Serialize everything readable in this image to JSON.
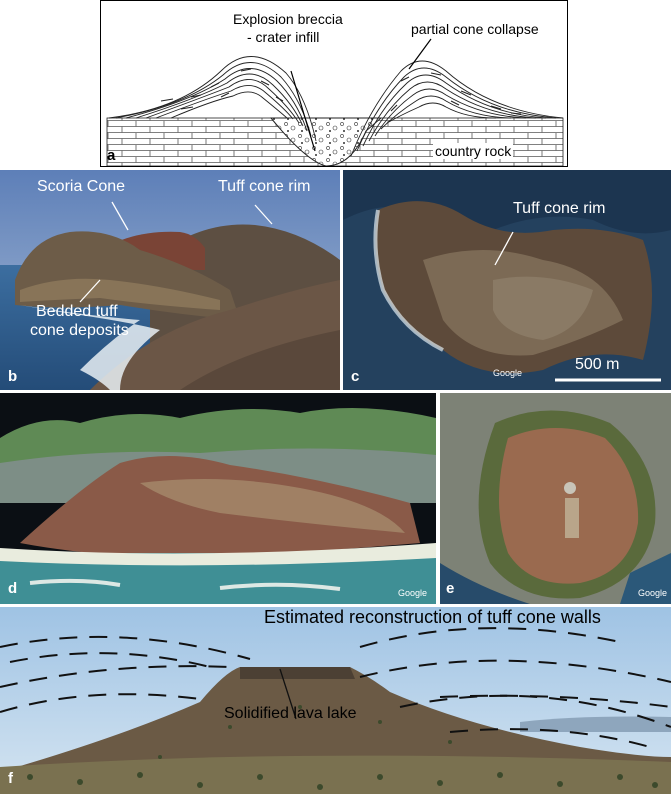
{
  "panel_a": {
    "letter": "a",
    "labels": {
      "explosion_line1": "Explosion breccia",
      "explosion_line2": "- crater infill",
      "collapse": "partial cone collapse",
      "country_rock": "country rock"
    }
  },
  "panel_b": {
    "letter": "b",
    "labels": {
      "scoria": "Scoria Cone",
      "tuff_rim": "Tuff cone rim",
      "bedded_line1": "Bedded tuff",
      "bedded_line2": "cone deposits"
    }
  },
  "panel_c": {
    "letter": "c",
    "labels": {
      "tuff_rim": "Tuff cone rim",
      "scale": "500 m",
      "watermark": "Google"
    }
  },
  "panel_d": {
    "letter": "d",
    "labels": {
      "watermark": "Google"
    }
  },
  "panel_e": {
    "letter": "e",
    "labels": {
      "watermark": "Google"
    }
  },
  "panel_f": {
    "letter": "f",
    "labels": {
      "reconstruction": "Estimated reconstruction of tuff cone walls",
      "lava_lake": "Solidified lava lake"
    }
  }
}
